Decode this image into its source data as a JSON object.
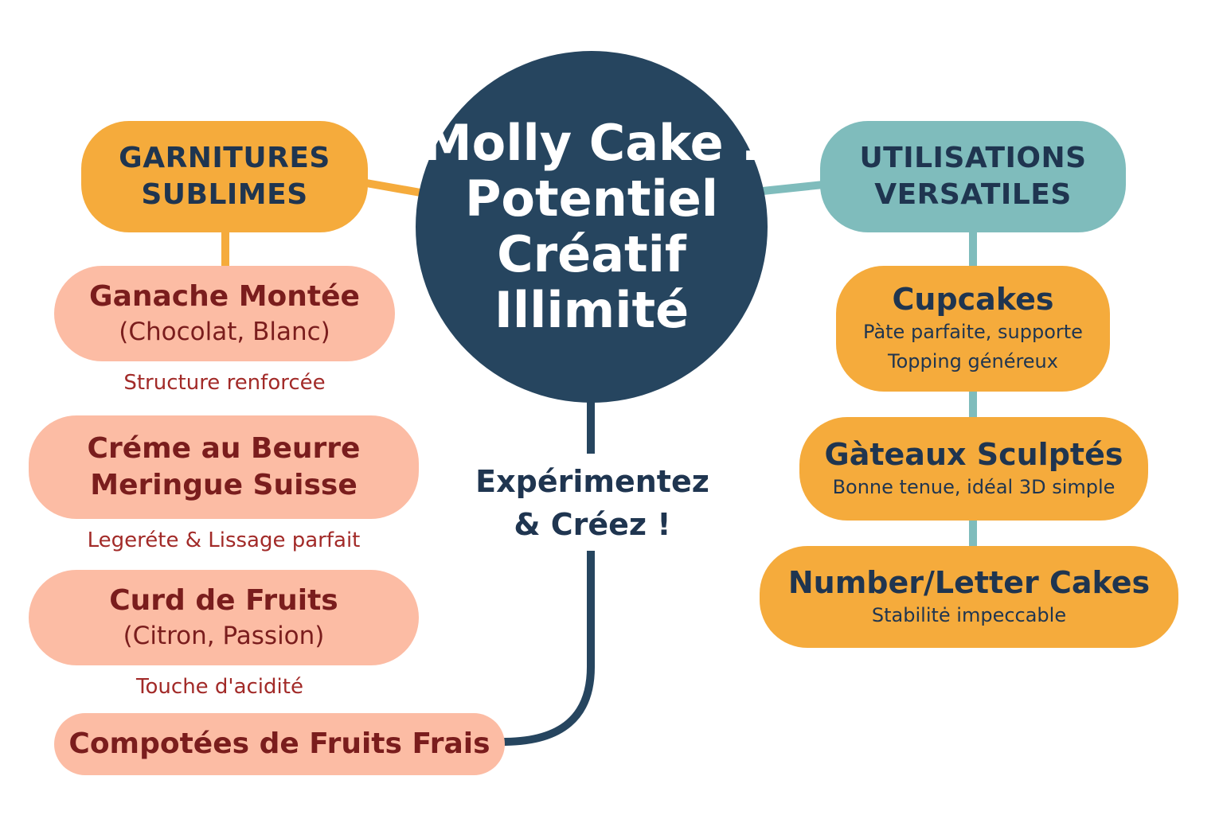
{
  "center": {
    "title_lines": [
      "Molly Cake :",
      "Potentiel",
      "Créatif",
      "Illimité"
    ],
    "cta_lines": [
      "Expérimentez",
      "& Créez !"
    ]
  },
  "left": {
    "header_lines": [
      "GARNITURES",
      "SUBLIMES"
    ],
    "items": [
      {
        "title": "Ganache Montée",
        "subtitle": "(Chocolat, Blanc)",
        "note": "Structure renforcée"
      },
      {
        "title_lines": [
          "Créme au Beurre",
          "Meringue Suisse"
        ],
        "note": "Legeréte & Lissage parfait"
      },
      {
        "title": "Curd de Fruits",
        "subtitle": "(Citron, Passion)",
        "note": "Touche d'acidité"
      },
      {
        "title": "Compotées de Fruits Frais"
      }
    ]
  },
  "right": {
    "header_lines": [
      "UTILISATIONS",
      "VERSATILES"
    ],
    "items": [
      {
        "title": "Cupcakes",
        "desc_lines": [
          "Pàte parfaite, supporte",
          "Topping généreux"
        ]
      },
      {
        "title": "Gàteaux Sculptés",
        "desc": "Bonne tenue, idéal 3D simple"
      },
      {
        "title": "Number/Letter Cakes",
        "desc": "Stabilitė impeccable"
      }
    ]
  },
  "colors": {
    "center_circle": "#26455f",
    "left_header": "#f5ab3c",
    "right_header": "#7fbcbc",
    "left_item": "#fcbca4",
    "right_item": "#f5ab3c",
    "dark_text": "#1f3550",
    "maroon_text": "#7a1d1d",
    "note_text": "#a22a28"
  }
}
